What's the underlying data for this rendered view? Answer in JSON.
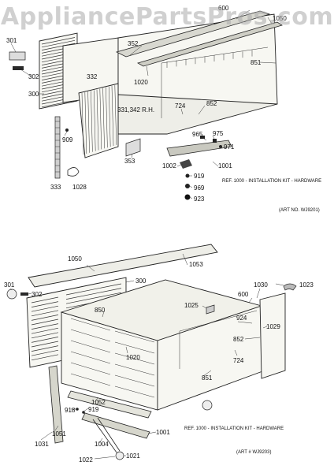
{
  "watermark": "AppliancePartsPros.com",
  "diagram_top": {
    "labels": [
      {
        "text": "600"
      },
      {
        "text": "1050"
      },
      {
        "text": "301"
      },
      {
        "text": "352"
      },
      {
        "text": "302"
      },
      {
        "text": "851"
      },
      {
        "text": "1020"
      },
      {
        "text": "300"
      },
      {
        "text": "332"
      },
      {
        "text": "724"
      },
      {
        "text": "331,342 R.H."
      },
      {
        "text": "852"
      },
      {
        "text": "909"
      },
      {
        "text": "965"
      },
      {
        "text": "975"
      },
      {
        "text": "971"
      },
      {
        "text": "353"
      },
      {
        "text": "1002"
      },
      {
        "text": "1001"
      },
      {
        "text": "919"
      },
      {
        "text": "333"
      },
      {
        "text": "1028"
      },
      {
        "text": "969"
      },
      {
        "text": "923"
      }
    ],
    "ref_note": "REF. 1000 - INSTALLATION KIT - HARDWARE",
    "art_no": "(ART NO. WJ9201)"
  },
  "diagram_bottom": {
    "labels": [
      {
        "text": "1050"
      },
      {
        "text": "1053"
      },
      {
        "text": "301"
      },
      {
        "text": "302"
      },
      {
        "text": "300"
      },
      {
        "text": "1030"
      },
      {
        "text": "1023"
      },
      {
        "text": "600"
      },
      {
        "text": "1025"
      },
      {
        "text": "850"
      },
      {
        "text": "924"
      },
      {
        "text": "1029"
      },
      {
        "text": "852"
      },
      {
        "text": "1020"
      },
      {
        "text": "724"
      },
      {
        "text": "851"
      },
      {
        "text": "1052"
      },
      {
        "text": "918"
      },
      {
        "text": "919"
      },
      {
        "text": "1051"
      },
      {
        "text": "1001"
      },
      {
        "text": "1004"
      },
      {
        "text": "1031"
      },
      {
        "text": "1022"
      },
      {
        "text": "1021"
      }
    ],
    "ref_note": "REF. 1000 - INSTALLATION KIT - HARDWARE",
    "art_no": "(ART # WJ9203)"
  }
}
